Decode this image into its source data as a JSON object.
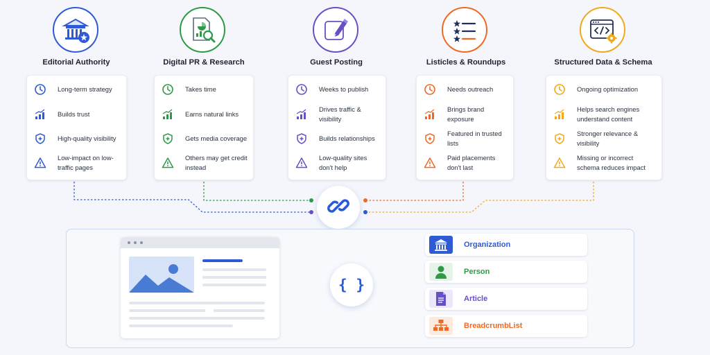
{
  "columns": [
    {
      "title": "Editorial Authority",
      "color": "#2f5ad6",
      "rows": [
        "Long-term strategy",
        "Builds trust",
        "High-quality visibility",
        "Low-impact on low-traffic pages"
      ]
    },
    {
      "title": "Digital PR & Research",
      "color": "#2e9a48",
      "rows": [
        "Takes time",
        "Earns natural links",
        "Gets media coverage",
        "Others may get credit instead"
      ]
    },
    {
      "title": "Guest Posting",
      "color": "#6a4fc4",
      "rows": [
        "Weeks to publish",
        "Drives traffic & visibility",
        "Builds relationships",
        "Low-quality sites don't help"
      ]
    },
    {
      "title": "Listicles & Roundups",
      "color": "#ee6a24",
      "rows": [
        "Needs outreach",
        "Brings brand exposure",
        "Featured in trusted lists",
        "Paid placements don't last"
      ]
    },
    {
      "title": "Structured Data & Schema",
      "color": "#f0a91b",
      "rows": [
        "Ongoing optimization",
        "Helps search engines understand content",
        "Stronger relevance & visibility",
        "Missing or incorrect schema reduces impact"
      ]
    }
  ],
  "row_icons": [
    "clock-icon",
    "trend-bars-icon",
    "shield-plus-icon",
    "warning-triangle-icon"
  ],
  "hub_icon": "chain-link-icon",
  "schema_hub_label": "{ }",
  "schema_types": [
    {
      "label": "Organization",
      "color": "#2f5ad6",
      "icon": "bank-building-icon"
    },
    {
      "label": "Person",
      "color": "#2e9a48",
      "icon": "person-icon"
    },
    {
      "label": "Article",
      "color": "#6a4fc4",
      "icon": "document-icon"
    },
    {
      "label": "BreadcrumbList",
      "color": "#ee6a24",
      "icon": "sitemap-icon"
    }
  ]
}
